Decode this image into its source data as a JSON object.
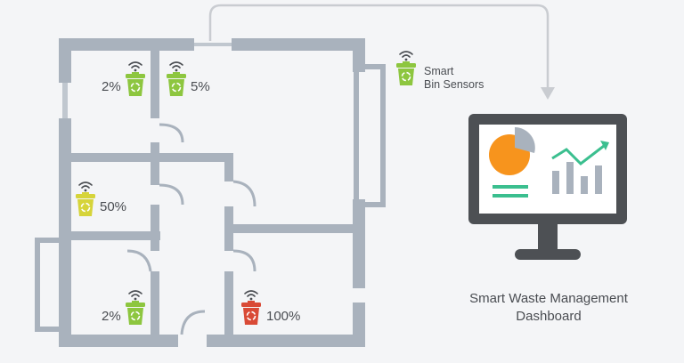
{
  "legend": {
    "line1": "Smart",
    "line2": "Bin Sensors"
  },
  "dashboard": {
    "line1": "Smart Waste Management",
    "line2": "Dashboard"
  },
  "bins": [
    {
      "label": "2%",
      "level": 2,
      "color": "#8dc63f"
    },
    {
      "label": "5%",
      "level": 5,
      "color": "#8dc63f"
    },
    {
      "label": "50%",
      "level": 50,
      "color": "#d6d43a"
    },
    {
      "label": "2%",
      "level": 2,
      "color": "#8dc63f"
    },
    {
      "label": "100%",
      "level": 100,
      "color": "#d94a36"
    }
  ],
  "colors": {
    "wall": "#a9b2bd",
    "arrow": "#c9ccd1",
    "monitor": "#4d5054",
    "screen": "#ffffff",
    "pie_main": "#f7941d",
    "pie_slice": "#a9b2bd",
    "chart_line": "#3bbf8f",
    "bars": "#a9b2bd",
    "wifi": "#4a4d52",
    "text": "#4a4d52"
  }
}
